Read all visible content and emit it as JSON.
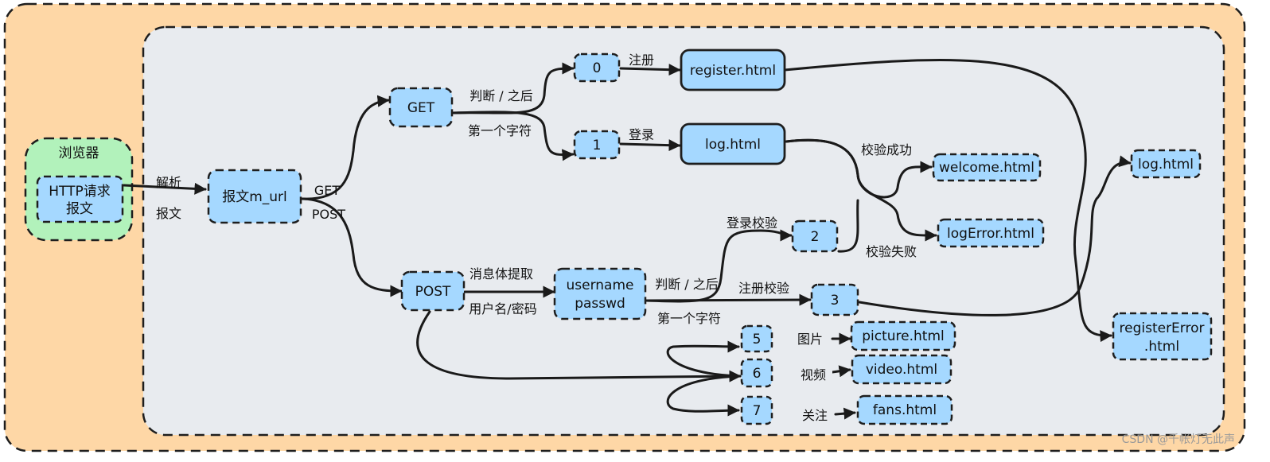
{
  "colors": {
    "outer_fill": "#fed7a6",
    "inner_fill": "#e8ebef",
    "browser_fill": "#b2f2bb",
    "node_fill": "#a5d8ff",
    "stroke": "#1e1e1e"
  },
  "containers": {
    "browser_title": "浏览器"
  },
  "nodes": {
    "http_request": [
      "HTTP请求",
      "报文"
    ],
    "murl": "报文m_url",
    "get": "GET",
    "post": "POST",
    "n0": "0",
    "n1": "1",
    "register_html": "register.html",
    "log_html_mid": "log.html",
    "welcome_html": "welcome.html",
    "logerror_html": "logError.html",
    "log_html_right": "log.html",
    "register_error_html": [
      "registerError",
      ".html"
    ],
    "n2": "2",
    "n3": "3",
    "username_passwd": [
      "username",
      "passwd"
    ],
    "n5": "5",
    "n6": "6",
    "n7": "7",
    "picture_html": "picture.html",
    "video_html": "video.html",
    "fans_html": "fans.html"
  },
  "edge_labels": {
    "parse_1": "解析",
    "parse_2": "报文",
    "get_label": "GET",
    "post_label": "POST",
    "judge_get_1": "判断 / 之后",
    "judge_get_2": "第一个字符",
    "register": "注册",
    "login": "登录",
    "verify_success": "校验成功",
    "verify_fail": "校验失败",
    "login_verify": "登录校验",
    "register_verify": "注册校验",
    "extract_body": "消息体提取",
    "user_pwd": "用户名/密码",
    "judge_post_1": "判断 / 之后",
    "judge_post_2": "第一个字符",
    "picture": "图片",
    "video": "视频",
    "follow": "关注"
  },
  "watermark": "CSDN @千帐灯无此声"
}
